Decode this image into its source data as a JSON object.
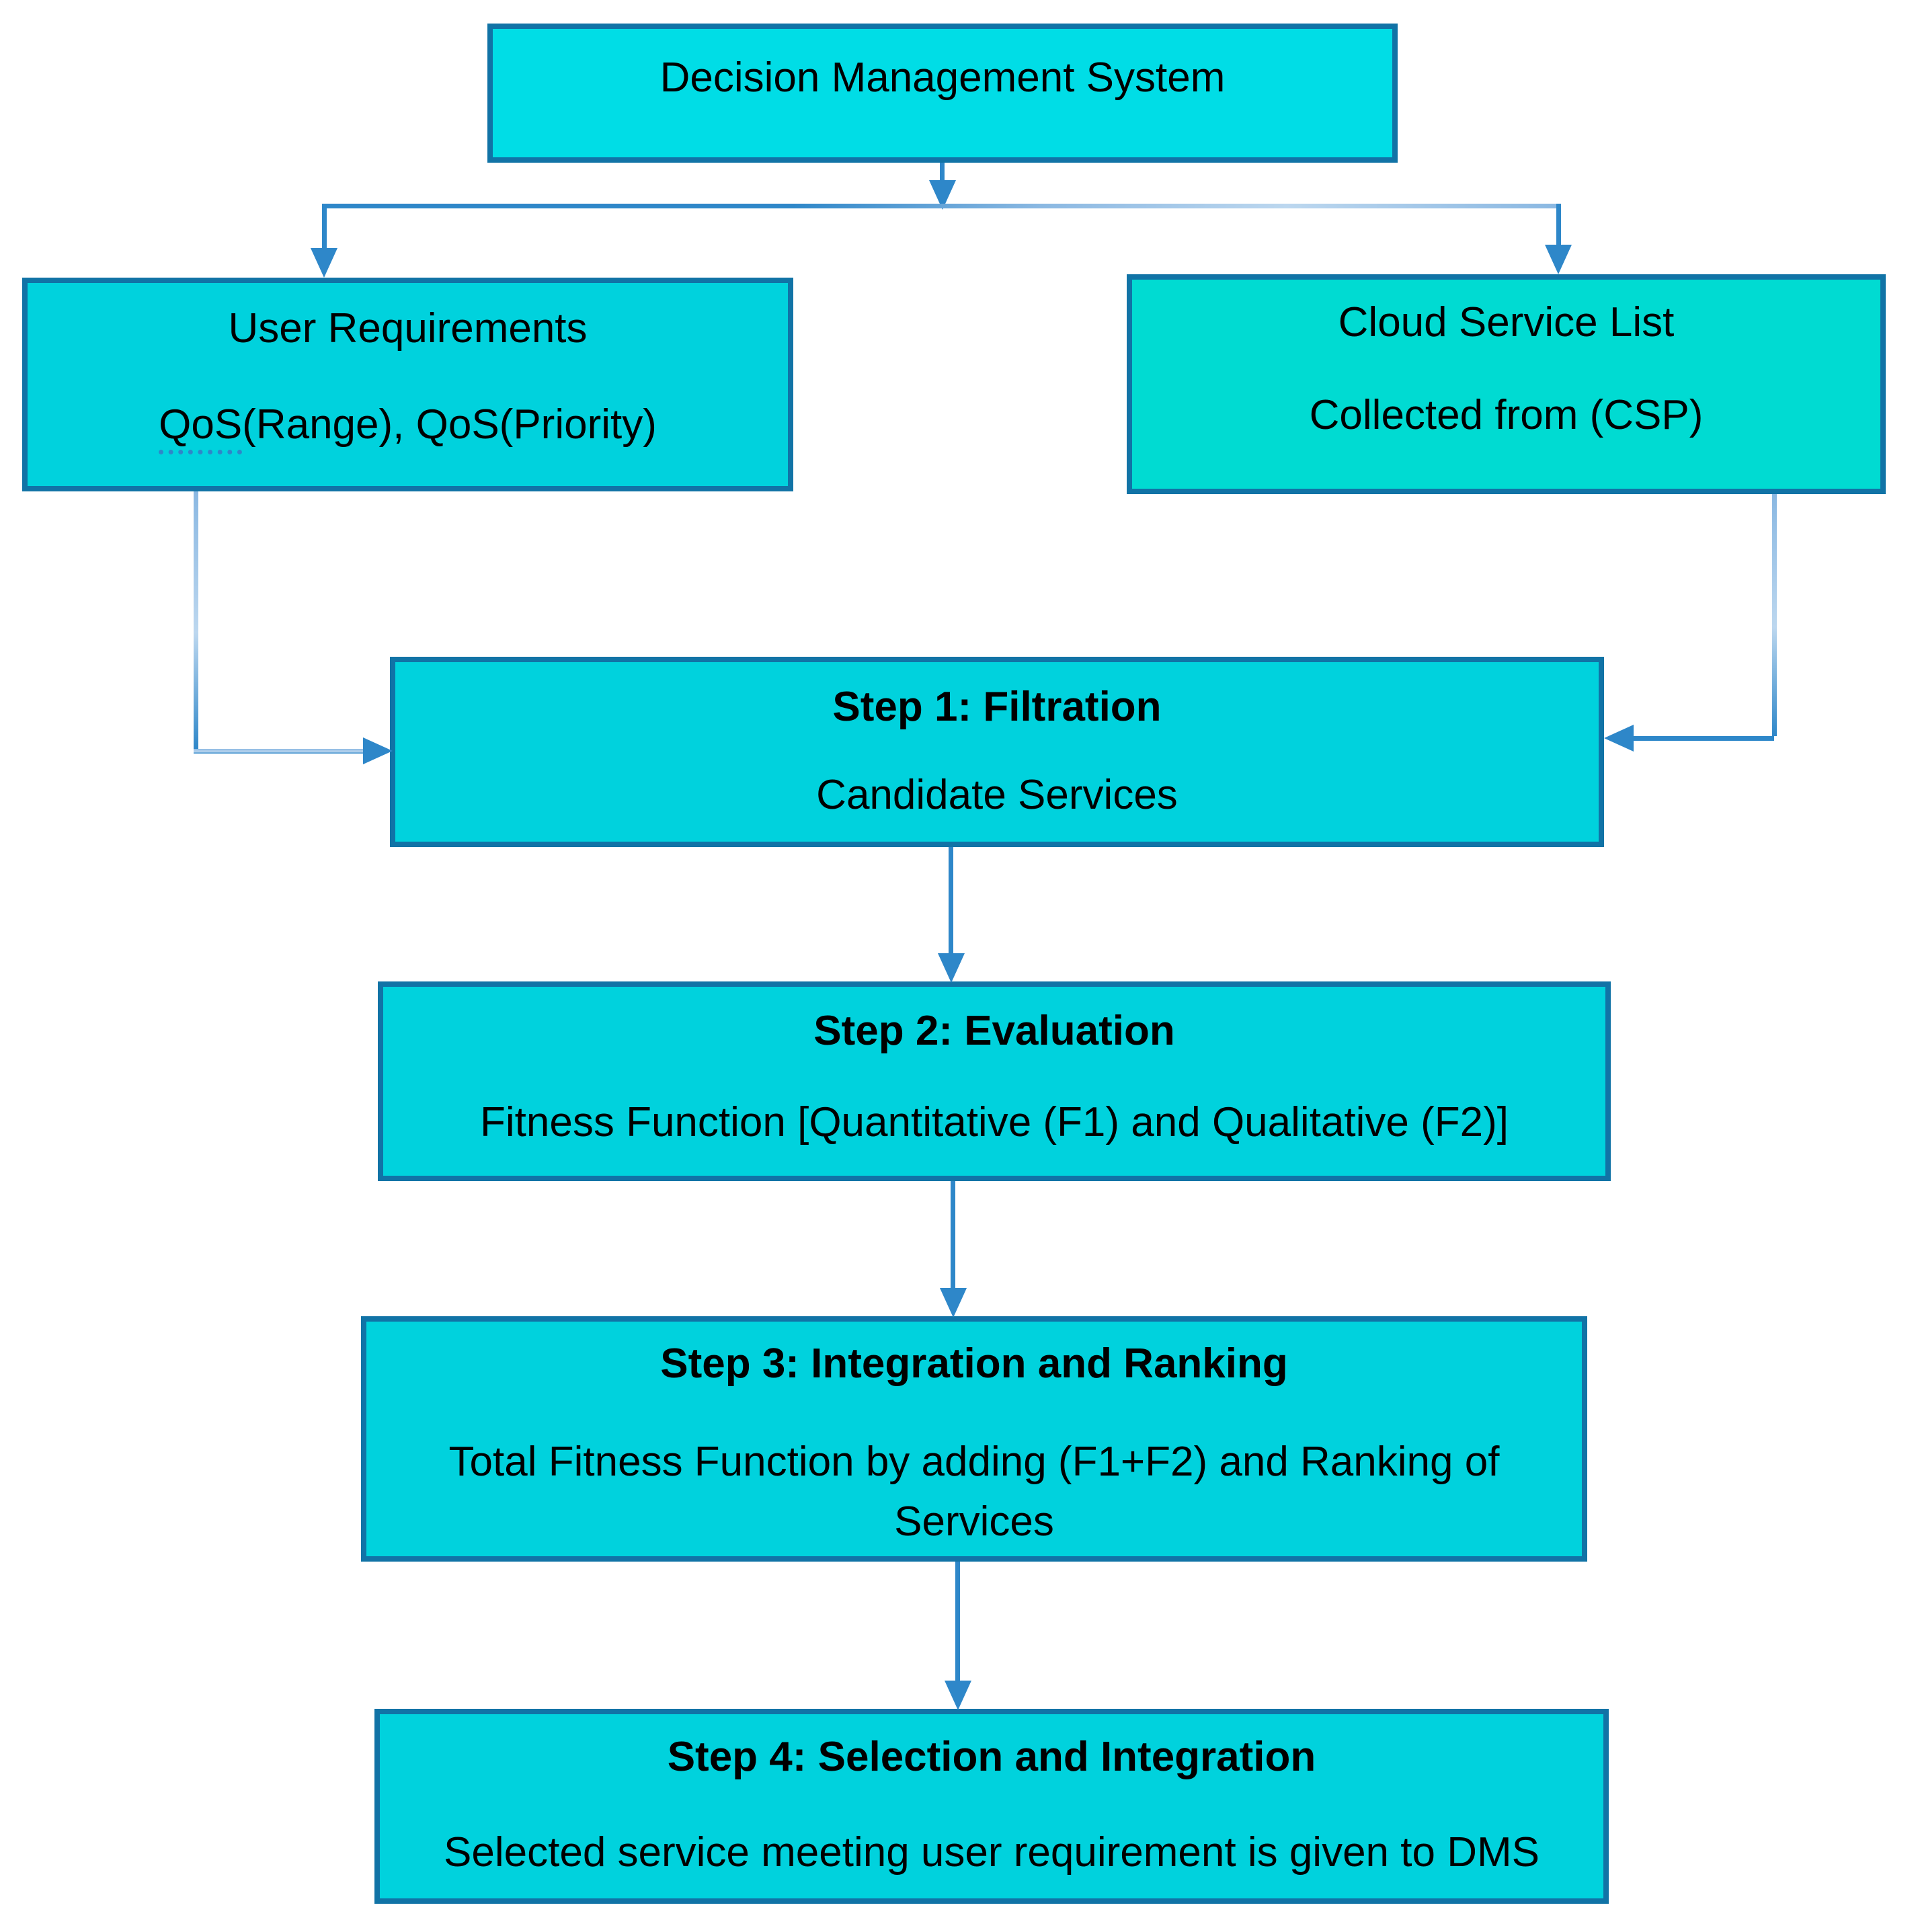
{
  "diagram": {
    "type": "flowchart",
    "title_box": {
      "label": "Decision Management System"
    },
    "user_box": {
      "line1": "User Requirements",
      "line2_prefix": "QoS",
      "line2_rest": "(Range), QoS(Priority)"
    },
    "cloud_box": {
      "line1": "Cloud Service List",
      "line2": "Collected from (CSP)"
    },
    "step1": {
      "title": "Step 1: Filtration",
      "body": "Candidate Services"
    },
    "step2": {
      "title": "Step 2: Evaluation",
      "body": "Fitness Function [Quantitative (F1) and Qualitative (F2)]"
    },
    "step3": {
      "title": "Step 3: Integration and Ranking",
      "body_line1": "Total Fitness Function by adding (F1+F2) and Ranking of",
      "body_line2": "Services"
    },
    "step4": {
      "title": "Step 4: Selection and Integration",
      "body": "Selected service meeting user requirement is given to DMS"
    },
    "colors": {
      "box_fill": "#00d2dd",
      "title_fill": "#00dde6",
      "cloud_fill": "#00dbd2",
      "border": "#1173a6",
      "arrow": "#2e87c9",
      "arrow_light": "#8ab8e2",
      "text": "#000000"
    }
  }
}
